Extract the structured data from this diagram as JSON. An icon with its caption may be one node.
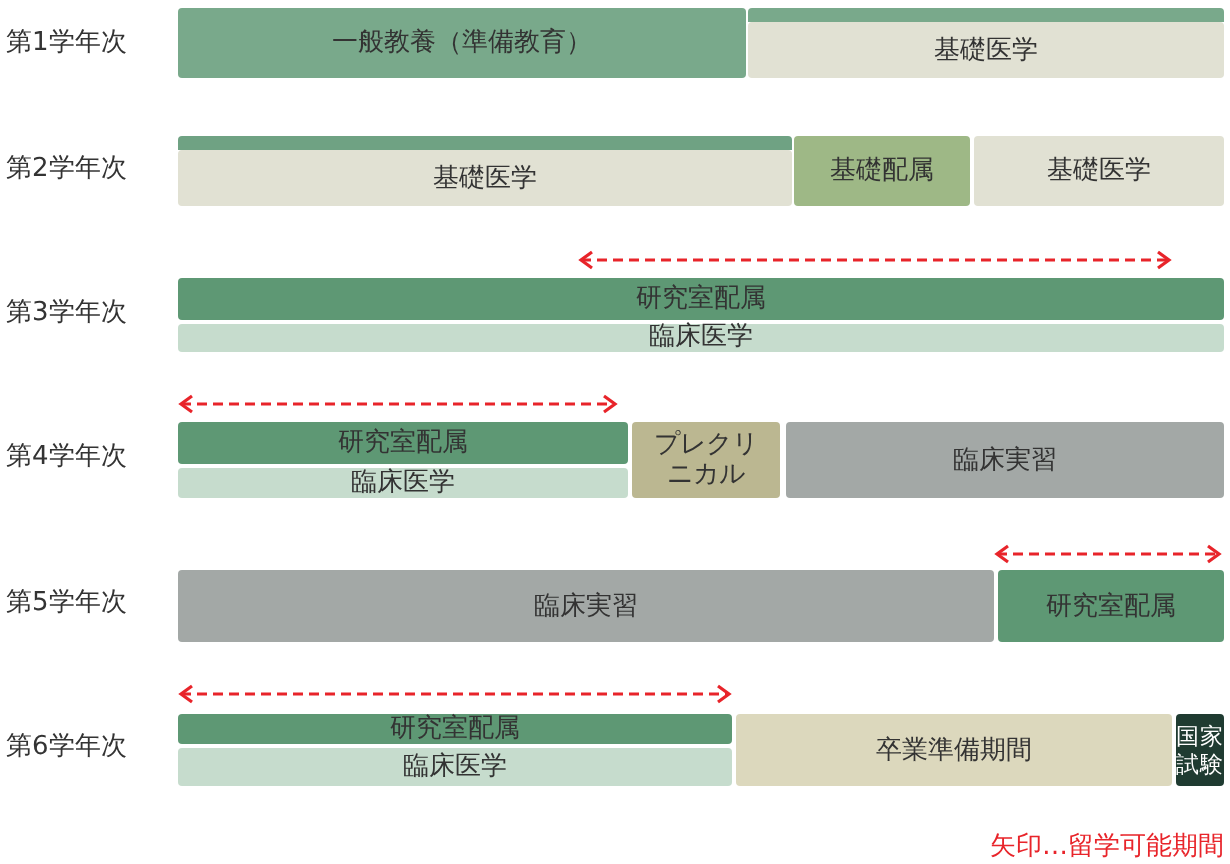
{
  "diagram": {
    "nodes": [
      {
        "text": [
          "一般教養（準備教育）"
        ]
      },
      {
        "text": [
          "基礎医学"
        ]
      },
      {
        "text": [
          "基礎医学"
        ]
      },
      {
        "text": [
          "基礎配属"
        ]
      },
      {
        "text": [
          "基礎医学"
        ]
      },
      {
        "text": [
          "研究室配属"
        ]
      },
      {
        "text": [
          "臨床医学"
        ]
      },
      {
        "text": [
          "研究室配属"
        ]
      },
      {
        "text": [
          "臨床医学"
        ]
      },
      {
        "text": [
          "プレクリニカル"
        ]
      },
      {
        "text": [
          "臨床実習"
        ]
      },
      {
        "text": [
          "臨床実習"
        ]
      },
      {
        "text": [
          "研究室配属"
        ]
      },
      {
        "text": [
          "研究室配属"
        ]
      },
      {
        "text": [
          "臨床医学"
        ]
      },
      {
        "text": [
          "卒業準備期間"
        ]
      },
      {
        "text": [
          "国家試験"
        ]
      }
    ],
    "labels": [
      "第1学年次",
      "第2学年次",
      "第3学年次",
      "第4学年次",
      "第5学年次",
      "第6学年次",
      "矢印…留学可能期間"
    ]
  }
}
